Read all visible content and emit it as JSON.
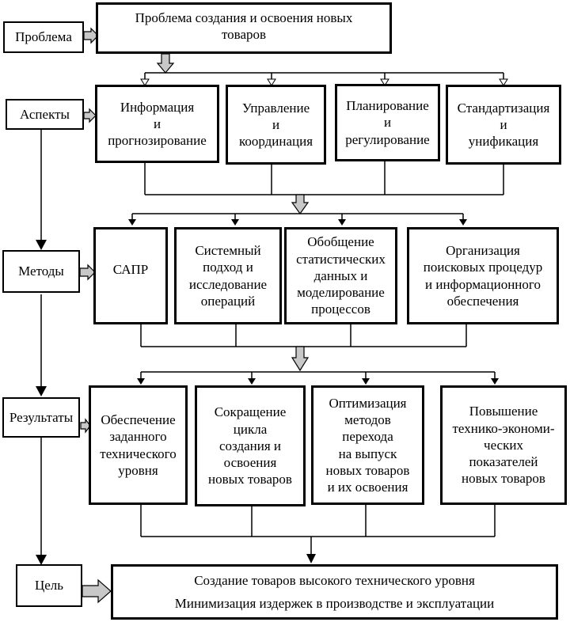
{
  "labels": {
    "problem": "Проблема",
    "aspects": "Аспекты",
    "methods": "Методы",
    "results": "Результаты",
    "goal": "Цель"
  },
  "problem_box": "Проблема создания и освоения новых\nтоваров",
  "aspects": [
    "Информация\nи\nпрогнозирование",
    "Управление\nи\nкоординация",
    "Планирование\nи\nрегулирование",
    "Стандартизация\nи\nунификация"
  ],
  "methods": [
    "САПР",
    "Системный\nподход и\nисследование\nопераций",
    "Обобщение\nстатистических\nданных и\nмоделирование\nпроцессов",
    "Организация\nпоисковых процедур\nи информационного\nобеспечения"
  ],
  "results": [
    "Обеспечение\nзаданного\nтехнического\nуровня",
    "Сокращение\nцикла\nсоздания и\nосвоения\nновых товаров",
    "Оптимизация\nметодов\nперехода\nна выпуск\nновых товаров\nи их освоения",
    "Повышение\nтехнико-экономи-\nческих\nпоказателей\nновых товаров"
  ],
  "goal": {
    "line1": "Создание товаров высокого технического уровня",
    "line2": "Минимизация издержек в производстве и эксплуатации"
  }
}
